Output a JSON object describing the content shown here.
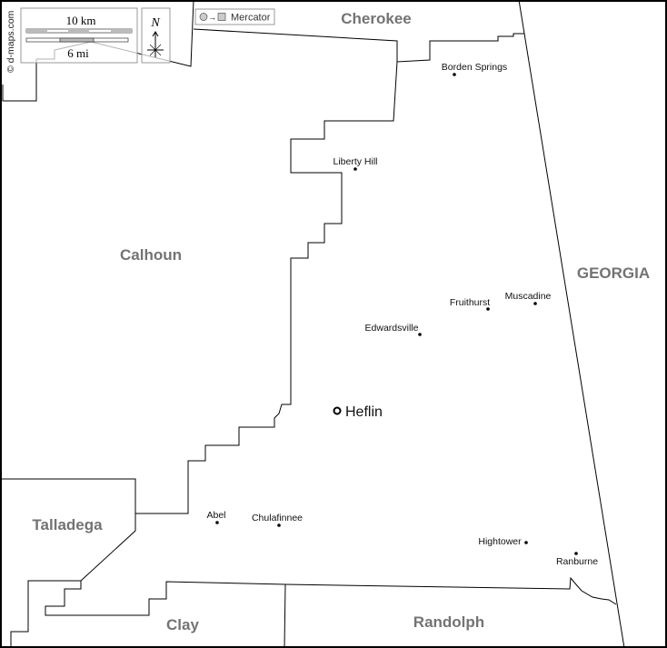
{
  "credit": "© d-maps.com",
  "scale": {
    "km_label": "10 km",
    "mi_label": "6 mi"
  },
  "north_label": "N",
  "projection_label": "Mercator",
  "neighbors": [
    {
      "name": "Cherokee"
    },
    {
      "name": "Calhoun"
    },
    {
      "name": "GEORGIA"
    },
    {
      "name": "Talladega"
    },
    {
      "name": "Clay"
    },
    {
      "name": "Randolph"
    }
  ],
  "county_seat": {
    "name": "Heflin"
  },
  "towns": [
    {
      "name": "Borden Springs"
    },
    {
      "name": "Liberty Hill"
    },
    {
      "name": "Fruithurst"
    },
    {
      "name": "Muscadine"
    },
    {
      "name": "Edwardsville"
    },
    {
      "name": "Abel"
    },
    {
      "name": "Chulafinnee"
    },
    {
      "name": "Hightower"
    },
    {
      "name": "Ranburne"
    }
  ]
}
